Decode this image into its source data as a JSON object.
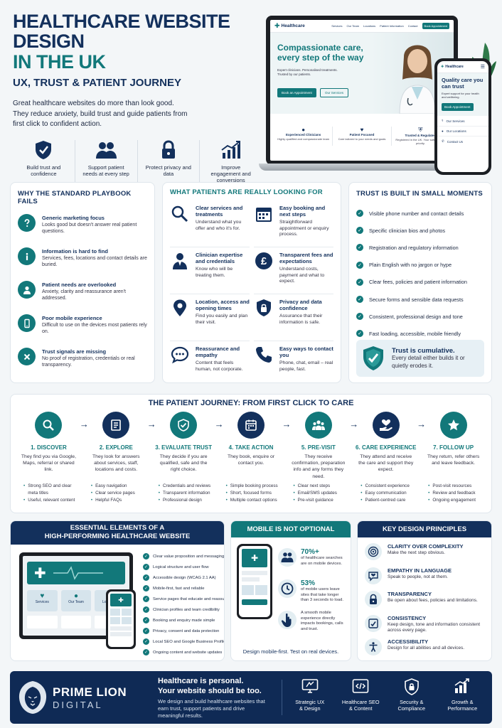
{
  "hero": {
    "title_line1": "HEALTHCARE WEBSITE DESIGN",
    "title_line2": "IN THE UK",
    "subtitle": "UX, TRUST & PATIENT JOURNEY",
    "intro": "Great healthcare websites do more than look good. They reduce anxiety, build trust and guide patients from first click to confident action.",
    "features": [
      {
        "icon": "shield-check-icon",
        "label": "Build trust and confidence"
      },
      {
        "icon": "people-icon",
        "label": "Support patient needs at every step"
      },
      {
        "icon": "padlock-icon",
        "label": "Protect privacy and data"
      },
      {
        "icon": "growth-chart-icon",
        "label": "Improve engagement and conversions"
      }
    ]
  },
  "laptop": {
    "brand": "Healthcare",
    "nav": [
      "Services",
      "Our Team",
      "Locations",
      "Patient Information",
      "Contact"
    ],
    "nav_button": "Book Appointment",
    "headline": "Compassionate care, every step of the way",
    "subtext": "Expert clinicians. Personalised treatments. Trusted by our patients.",
    "btn_primary": "Book an Appointment",
    "btn_secondary": "Our Services",
    "features": [
      {
        "title": "Experienced Clinicians",
        "text": "Highly qualified and compassionate team"
      },
      {
        "title": "Patient Focused",
        "text": "Care tailored to your needs and goals"
      },
      {
        "title": "Trusted & Regulated",
        "text": "Registered in the UK. Your safety is our priority."
      }
    ]
  },
  "phone": {
    "brand": "Healthcare",
    "headline": "Quality care you can trust",
    "subtext": "Expert support for your health and wellbeing.",
    "button": "Book Appointment",
    "links": [
      "Our Services",
      "Our Locations",
      "Contact Us"
    ]
  },
  "playbook": {
    "title": "WHY THE STANDARD PLAYBOOK FAILS",
    "items": [
      {
        "icon": "question-icon",
        "title": "Generic marketing focus",
        "text": "Looks good but doesn't answer real patient questions."
      },
      {
        "icon": "info-icon",
        "title": "Information is hard to find",
        "text": "Services, fees, locations and contact details are buried."
      },
      {
        "icon": "person-icon",
        "title": "Patient needs are overlooked",
        "text": "Anxiety, clarity and reassurance aren't addressed."
      },
      {
        "icon": "mobile-icon",
        "title": "Poor mobile experience",
        "text": "Difficult to use on the devices most patients rely on."
      },
      {
        "icon": "cross-icon",
        "title": "Trust signals are missing",
        "text": "No proof of registration, credentials or real transparency."
      }
    ]
  },
  "looking": {
    "title": "WHAT PATIENTS ARE REALLY LOOKING FOR",
    "items": [
      {
        "icon": "magnifier-icon",
        "title": "Clear services and treatments",
        "text": "Understand what you offer and who it's for."
      },
      {
        "icon": "calendar-icon",
        "title": "Easy booking and next steps",
        "text": "Straightforward appointment or enquiry process."
      },
      {
        "icon": "clinician-icon",
        "title": "Clinician expertise and credentials",
        "text": "Know who will be treating them."
      },
      {
        "icon": "pound-icon",
        "title": "Transparent fees and expectations",
        "text": "Understand costs, payment and what to expect."
      },
      {
        "icon": "location-pin-icon",
        "title": "Location, access and opening times",
        "text": "Find you easily and plan their visit."
      },
      {
        "icon": "privacy-shield-icon",
        "title": "Privacy and data confidence",
        "text": "Assurance that their information is safe."
      },
      {
        "icon": "chat-bubble-icon",
        "title": "Reassurance and empathy",
        "text": "Content that feels human, not corporate."
      },
      {
        "icon": "phone-icon",
        "title": "Easy ways to contact you",
        "text": "Phone, chat, email – real people, fast."
      }
    ]
  },
  "trust": {
    "title": "TRUST IS BUILT IN SMALL MOMENTS",
    "items": [
      "Visible phone number and contact details",
      "Specific clinician bios and photos",
      "Registration and regulatory information",
      "Plain English with no jargon or hype",
      "Clear fees, policies and patient information",
      "Secure forms and sensible data requests",
      "Consistent, professional design and tone",
      "Fast loading, accessible, mobile friendly"
    ],
    "callout_title": "Trust is cumulative.",
    "callout_text": "Every detail either builds it or quietly erodes it."
  },
  "journey": {
    "title": "THE PATIENT JOURNEY: FROM FIRST CLICK TO CARE",
    "arrow": "→",
    "steps": [
      {
        "icon": "search-icon",
        "title": "1. DISCOVER",
        "text": "They find you via Google, Maps, referral or shared link.",
        "bullets": [
          "Strong SEO and clear meta titles",
          "Useful, relevant content"
        ]
      },
      {
        "icon": "document-icon",
        "title": "2. EXPLORE",
        "text": "They look for answers about services, staff, locations and costs.",
        "bullets": [
          "Easy navigation",
          "Clear service pages",
          "Helpful FAQs"
        ]
      },
      {
        "icon": "shield-check-icon",
        "title": "3. EVALUATE TRUST",
        "text": "They decide if you are qualified, safe and the right choice.",
        "bullets": [
          "Credentials and reviews",
          "Transparent information",
          "Professional design"
        ]
      },
      {
        "icon": "calendar-icon",
        "title": "4. TAKE ACTION",
        "text": "They book, enquire or contact you.",
        "bullets": [
          "Simple booking process",
          "Short, focused forms",
          "Multiple contact options"
        ]
      },
      {
        "icon": "group-icon",
        "title": "5. PRE-VISIT",
        "text": "They receive confirmation, preparation info and any forms they need.",
        "bullets": [
          "Clear next steps",
          "Email/SMS updates",
          "Pre-visit guidance"
        ]
      },
      {
        "icon": "heart-hand-icon",
        "title": "6. CARE EXPERIENCE",
        "text": "They attend and receive the care and support they expect.",
        "bullets": [
          "Consistent experience",
          "Easy communication",
          "Patient-centred care"
        ]
      },
      {
        "icon": "star-icon",
        "title": "7. FOLLOW UP",
        "text": "They return, refer others and leave feedback.",
        "bullets": [
          "Post-visit resources",
          "Review and feedback",
          "Ongoing engagement"
        ]
      }
    ]
  },
  "elements": {
    "title_line1": "ESSENTIAL ELEMENTS OF A",
    "title_line2": "HIGH-PERFORMING HEALTHCARE WEBSITE",
    "tiles": [
      "Services",
      "Our Team",
      "Locations"
    ],
    "items": [
      "Clear value proposition and messaging",
      "Logical structure and user flow",
      "Accessible design (WCAG 2.1 AA)",
      "Mobile-first, fast and reliable",
      "Service pages that educate and reassure",
      "Clinician profiles and team credibility",
      "Booking and enquiry made simple",
      "Privacy, consent and data protection",
      "Local SEO and Google Business Profile",
      "Ongoing content and website updates"
    ]
  },
  "mobile": {
    "title": "MOBILE IS NOT OPTIONAL",
    "stats": [
      {
        "icon": "people-icon",
        "value": "70%+",
        "text": "of healthcare searches are on mobile devices."
      },
      {
        "icon": "clock-icon",
        "value": "53%",
        "text": "of mobile users leave sites that take longer than 3 seconds to load."
      },
      {
        "icon": "tap-icon",
        "value": "",
        "text": "A smooth mobile experience directly impacts bookings, calls and trust."
      }
    ],
    "footer": "Design mobile-first. Test on real devices."
  },
  "principles": {
    "title": "KEY DESIGN PRINCIPLES",
    "items": [
      {
        "icon": "target-icon",
        "title": "CLARITY OVER COMPLEXITY",
        "text": "Make the next step obvious."
      },
      {
        "icon": "speech-icon",
        "title": "EMPATHY IN LANGUAGE",
        "text": "Speak to people, not at them."
      },
      {
        "icon": "lock-icon",
        "title": "TRANSPARENCY",
        "text": "Be open about fees, policies and limitations."
      },
      {
        "icon": "consistency-icon",
        "title": "CONSISTENCY",
        "text": "Keep design, tone and information consistent across every page."
      },
      {
        "icon": "accessibility-icon",
        "title": "ACCESSIBILITY",
        "text": "Design for all abilities and all devices."
      }
    ]
  },
  "footer": {
    "brand_line1": "PRIME LION",
    "brand_line2": "DIGITAL",
    "headline_line1": "Healthcare is personal.",
    "headline_line2": "Your website should be too.",
    "text": "We design and build healthcare websites that earn trust, support patients and drive meaningful results.",
    "services": [
      {
        "icon": "ux-monitor-icon",
        "label_line1": "Strategic UX",
        "label_line2": "& Design"
      },
      {
        "icon": "code-icon",
        "label_line1": "Healthcare SEO",
        "label_line2": "& Content"
      },
      {
        "icon": "security-shield-icon",
        "label_line1": "Security &",
        "label_line2": "Compliance"
      },
      {
        "icon": "bar-chart-icon",
        "label_line1": "Growth &",
        "label_line2": "Performance"
      }
    ]
  },
  "colors": {
    "navy": "#13305c",
    "teal": "#12787a",
    "background": "#f3f6f8"
  }
}
